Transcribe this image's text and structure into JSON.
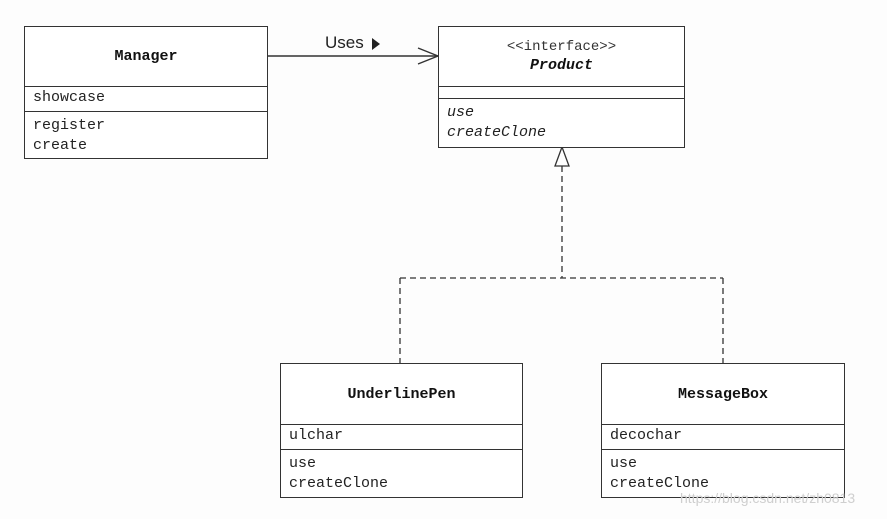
{
  "classes": {
    "manager": {
      "name": "Manager",
      "attributes": [
        "showcase"
      ],
      "operations": [
        "register",
        "create"
      ]
    },
    "product": {
      "stereotype": "<<interface>>",
      "name": "Product",
      "attributes": [],
      "operations": [
        "use",
        "createClone"
      ]
    },
    "underlinepen": {
      "name": "UnderlinePen",
      "attributes": [
        "ulchar"
      ],
      "operations": [
        "use",
        "createClone"
      ]
    },
    "messagebox": {
      "name": "MessageBox",
      "attributes": [
        "decochar"
      ],
      "operations": [
        "use",
        "createClone"
      ]
    }
  },
  "association": {
    "label": "Uses"
  },
  "watermark": "https://blog.csdn.net/zh0813"
}
